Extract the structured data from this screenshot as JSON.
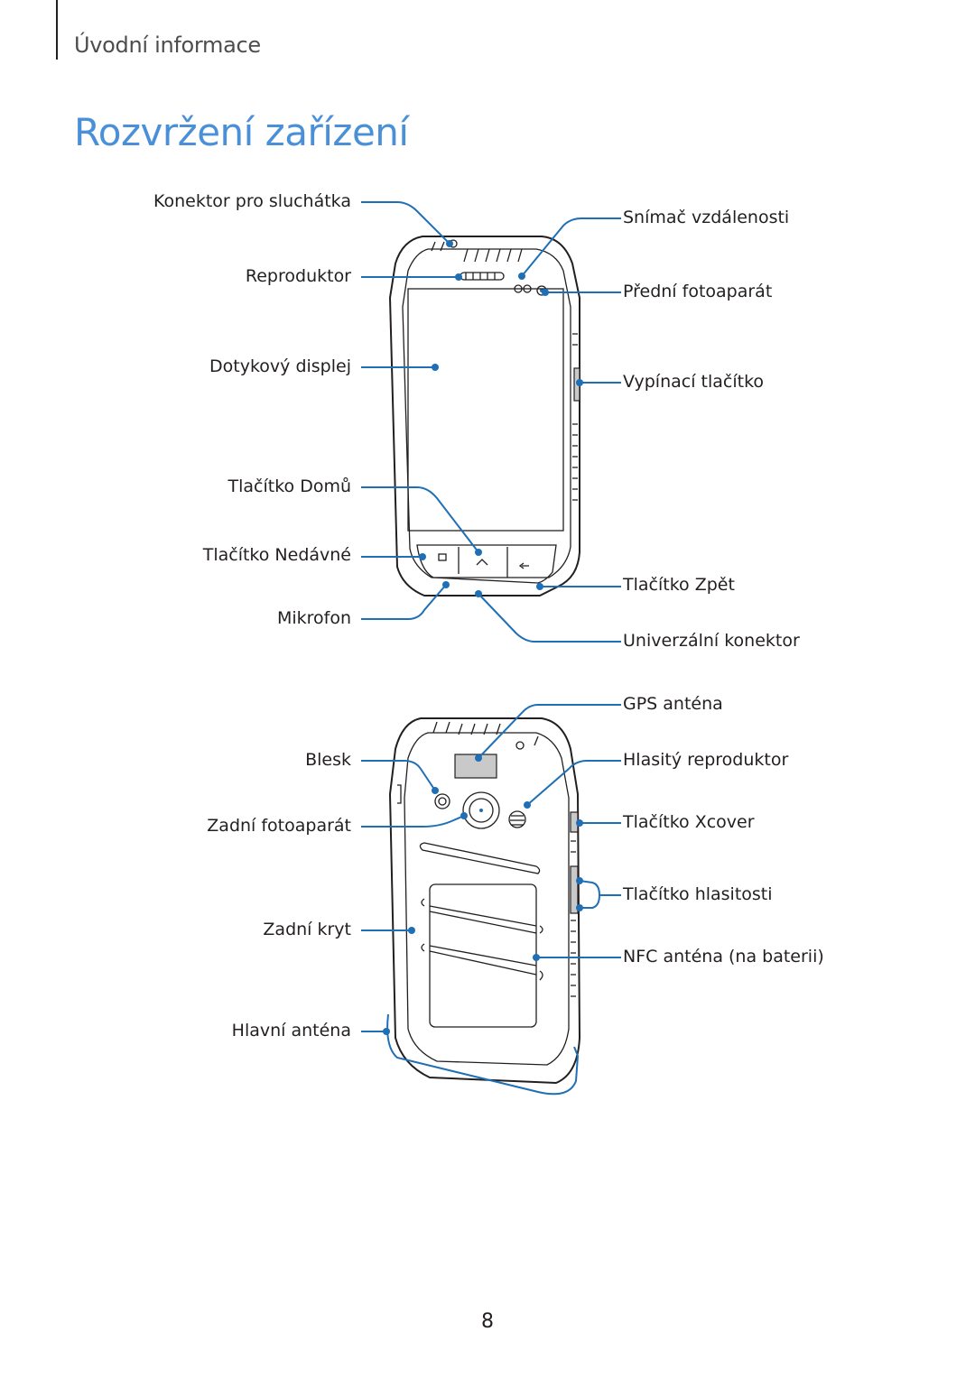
{
  "header": {
    "section": "Úvodní informace"
  },
  "page": {
    "title": "Rozvržení zařízení",
    "number": "8"
  },
  "front": {
    "left_labels": [
      "Konektor pro sluchátka",
      "Reproduktor",
      "Dotykový displej",
      "Tlačítko Domů",
      "Tlačítko Nedávné",
      "Mikrofon"
    ],
    "right_labels": [
      "Snímač vzdálenosti",
      "Přední fotoaparát",
      "Vypínací tlačítko",
      "Tlačítko Zpět",
      "Univerzální konektor"
    ]
  },
  "back": {
    "left_labels": [
      "Blesk",
      "Zadní fotoaparát",
      "Zadní kryt",
      "Hlavní anténa"
    ],
    "right_labels": [
      "GPS anténa",
      "Hlasitý reproduktor",
      "Tlačítko Xcover",
      "Tlačítko hlasitosti",
      "NFC anténa (na baterii)"
    ]
  },
  "colors": {
    "title": "#4a90d9",
    "callout": "#1f6fb6",
    "outline": "#231f20"
  }
}
